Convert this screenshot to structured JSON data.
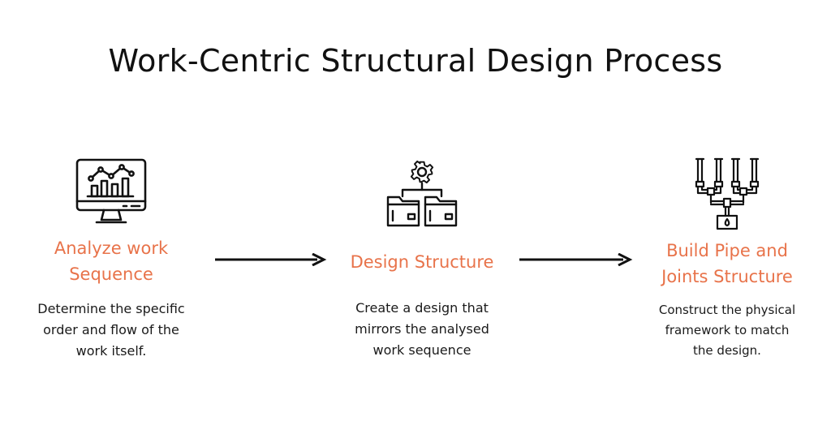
{
  "title": "Work-Centric Structural Design Process",
  "colors": {
    "accent": "#e8734a",
    "text": "#111111",
    "background": "#ffffff"
  },
  "steps": [
    {
      "icon": "analytics-monitor-icon",
      "heading_lines": [
        "Analyze work",
        "Sequence"
      ],
      "desc_lines": [
        "Determine the specific",
        "order and flow of the",
        "work itself."
      ]
    },
    {
      "icon": "gear-folders-icon",
      "heading_lines": [
        "Design Structure"
      ],
      "desc_lines": [
        "Create a design that",
        "mirrors the analysed",
        "work sequence"
      ]
    },
    {
      "icon": "pipe-joints-icon",
      "heading_lines": [
        "Build Pipe and",
        "Joints Structure"
      ],
      "desc_lines": [
        "Construct the physical",
        "framework to match",
        "the design."
      ]
    }
  ]
}
